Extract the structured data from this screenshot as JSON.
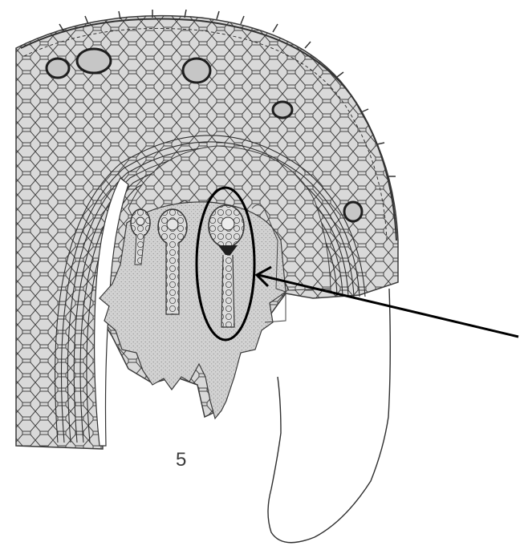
{
  "figure": {
    "number_label": "5"
  },
  "colors": {
    "tissue_fill": "#d4d4d4",
    "cell_wall": "#3c3c3c",
    "callout": "#000000",
    "background": "#ffffff"
  },
  "icons": {
    "annotation_ellipse": "ellipse-outline",
    "annotation_arrow": "arrow-left-pointer"
  }
}
